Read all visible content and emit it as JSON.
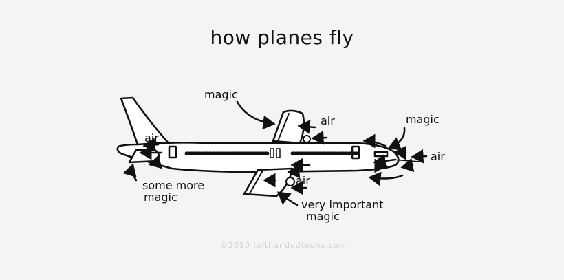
{
  "title": "how planes fly",
  "labels": {
    "magic_top": "magic",
    "air_wing_top": "air",
    "magic_nose": "magic",
    "air_nose": "air",
    "air_tail": "air",
    "some_more_magic_1": "some more",
    "some_more_magic_2": "magic",
    "air_wing_bottom": "air",
    "very_important_1": "very important",
    "very_important_2": "magic"
  },
  "credit": "©2010  lefthandedtoons.com",
  "colors": {
    "background": "#f4f4f4",
    "ink": "#111111",
    "credit": "#d0d0d0",
    "fill": "#ffffff"
  }
}
